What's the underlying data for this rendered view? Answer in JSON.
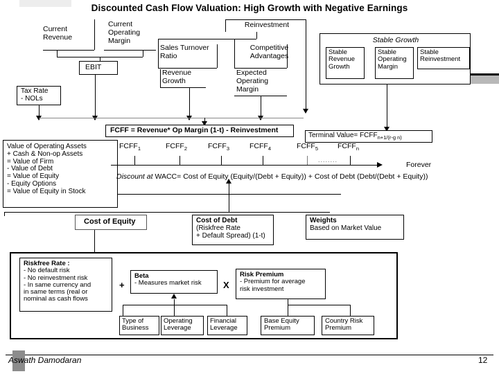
{
  "slide": {
    "title": "Discounted Cash Flow Valuation: High Growth with Negative Earnings",
    "author": "Aswath Damodaran",
    "page_number": "12"
  },
  "inputs": {
    "current_revenue": "Current\nRevenue",
    "current_revenue_l1": "Current",
    "current_revenue_l2": "Revenue",
    "current_margin_l1": "Current",
    "current_margin_l2": "Operating",
    "current_margin_l3": "Margin",
    "ebit": "EBIT",
    "tax_rate_l1": "Tax Rate",
    "tax_rate_l2": "- NOLs",
    "reinvestment": "Reinvestment",
    "sales_turnover_l1": "Sales Turnover",
    "sales_turnover_l2": "Ratio",
    "competitive_l1": "Competitive",
    "competitive_l2": "Advantages",
    "revenue_growth_l1": "Revenue",
    "revenue_growth_l2": "Growth",
    "expected_margin_l1": "Expected",
    "expected_margin_l2": "Operating",
    "expected_margin_l3": "Margin"
  },
  "stable_growth": {
    "header": "Stable Growth",
    "items": [
      {
        "l1": "Stable",
        "l2": "Revenue",
        "l3": "Growth"
      },
      {
        "l1": "Stable",
        "l2": "Operating",
        "l3": "Margin"
      },
      {
        "l1": "Stable",
        "l2": "Reinvestment",
        "l3": ""
      }
    ]
  },
  "fcff": {
    "formula": "FCFF = Revenue* Op Margin (1-t) - Reinvestment",
    "terminal_value_main": "Terminal Value= FCFF",
    "terminal_value_sub": "n+1/(r-g n)"
  },
  "valuation_ladder": {
    "lines": [
      "Value of Operating Assets",
      "+ Cash & Non-op Assets",
      "= Value of Firm",
      "- Value of Debt",
      "= Value of Equity",
      "- Equity Options",
      "= Value of Equity in Stock"
    ]
  },
  "timeline": {
    "labels": [
      "FCFF1",
      "FCFF2",
      "FCFF3",
      "FCFF4",
      "FCFF5",
      "FCFFn"
    ],
    "bases": [
      "FCFF",
      "FCFF",
      "FCFF",
      "FCFF",
      "FCFF",
      "FCFF"
    ],
    "subs": [
      "1",
      "2",
      "3",
      "4",
      "5",
      "n"
    ],
    "ellipsis": "........",
    "forever": "Forever",
    "discount_italic": "Discount at",
    "discount_rest": "WACC= Cost of Equity (Equity/(Debt + Equity)) + Cost of Debt (Debt/(Debt + Equity))"
  },
  "cost_components": {
    "cost_of_equity": "Cost of Equity",
    "cost_of_debt_title": "Cost of Debt",
    "cost_of_debt_l1": "(Riskfree Rate",
    "cost_of_debt_l2": "+ Default Spread) (1-t)",
    "weights_title": "Weights",
    "weights_l1": "Based on Market Value"
  },
  "coe_detail": {
    "riskfree_title": "Riskfree Rate :",
    "riskfree_lines": [
      "- No default risk",
      "- No reinvestment risk",
      "- In same currency and",
      "in same terms (real or",
      "nominal as cash flows"
    ],
    "plus_operator": "+",
    "beta_title": "Beta",
    "beta_line": "- Measures market risk",
    "times_operator": "X",
    "risk_premium_title": "Risk Premium",
    "risk_premium_lines": [
      "- Premium for average",
      "risk investment"
    ],
    "beta_drivers": [
      {
        "l1": "Type of",
        "l2": "Business"
      },
      {
        "l1": "Operating",
        "l2": "Leverage"
      },
      {
        "l1": "Financial",
        "l2": "Leverage"
      }
    ],
    "premium_drivers": [
      {
        "l1": "Base Equity",
        "l2": "Premium"
      },
      {
        "l1": "Country Risk",
        "l2": "Premium"
      }
    ]
  }
}
